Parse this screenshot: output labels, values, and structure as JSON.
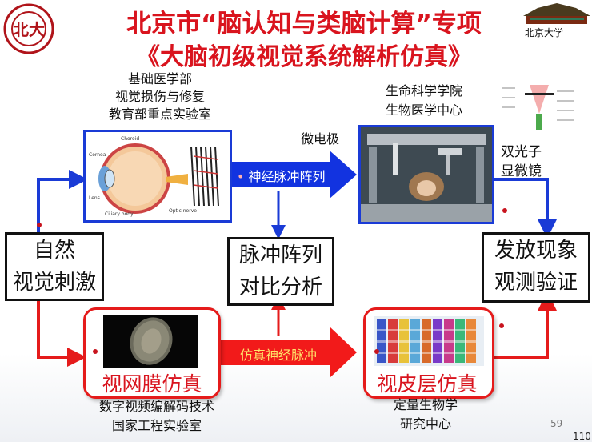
{
  "header": {
    "title_line1": "北京市“脑认知与类脑计算”专项",
    "title_line2": "《大脑初级视觉系统解析仿真》",
    "logo_text": "北京大学"
  },
  "labels": {
    "basic_medicine": [
      "基础医学部",
      "视觉损伤与修复",
      "教育部重点实验室"
    ],
    "microelectrode": "微电极",
    "life_science": [
      "生命科学学院",
      "生物医学中心"
    ],
    "two_photon": [
      "双光子",
      "显微镜"
    ],
    "digital_video": [
      "数字视频编解码技术",
      "国家工程实验室"
    ],
    "quantitative_bio": [
      "定量生物学",
      "研究中心"
    ]
  },
  "boxes": {
    "natural_stimulus": [
      "自然",
      "视觉刺激"
    ],
    "spike_compare": [
      "脉冲阵列",
      "对比分析"
    ],
    "firing_verify": [
      "发放现象",
      "观测验证"
    ],
    "retina_sim": "视网膜仿真",
    "cortex_sim": "视皮层仿真"
  },
  "arrows": {
    "neural_spike_array": "神经脉冲阵列",
    "sim_neural_spike": "仿真神经脉冲"
  },
  "page_numbers": {
    "inner": "59",
    "outer": "110"
  },
  "colors": {
    "title_red": "#d9141e",
    "flow_blue": "#1a3bd6",
    "flow_red": "#e51b1b"
  }
}
